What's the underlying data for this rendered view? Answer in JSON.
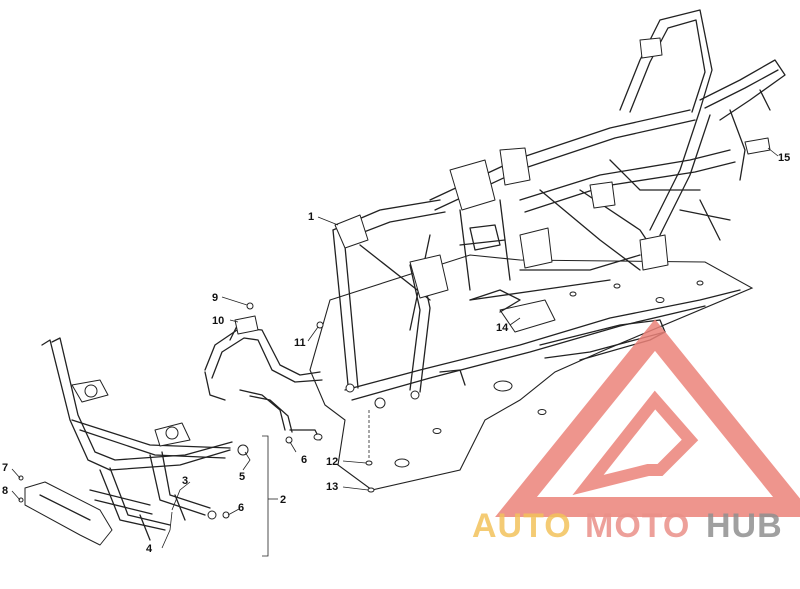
{
  "diagram": {
    "callouts": [
      {
        "id": "c1",
        "label": "1"
      },
      {
        "id": "c2",
        "label": "2"
      },
      {
        "id": "c3",
        "label": "3"
      },
      {
        "id": "c4",
        "label": "4"
      },
      {
        "id": "c5",
        "label": "5"
      },
      {
        "id": "c6a",
        "label": "6"
      },
      {
        "id": "c6b",
        "label": "6"
      },
      {
        "id": "c7",
        "label": "7"
      },
      {
        "id": "c8",
        "label": "8"
      },
      {
        "id": "c9",
        "label": "9"
      },
      {
        "id": "c10",
        "label": "10"
      },
      {
        "id": "c11",
        "label": "11"
      },
      {
        "id": "c12",
        "label": "12"
      },
      {
        "id": "c13",
        "label": "13"
      },
      {
        "id": "c14",
        "label": "14"
      },
      {
        "id": "c15",
        "label": "15"
      }
    ]
  },
  "watermark": {
    "part1": "AUTO",
    "part2": "MOTO",
    "part3": "HUB",
    "colors": {
      "auto": "#f0b840",
      "moto": "#e77d74",
      "hub": "#7d7d7d"
    }
  }
}
